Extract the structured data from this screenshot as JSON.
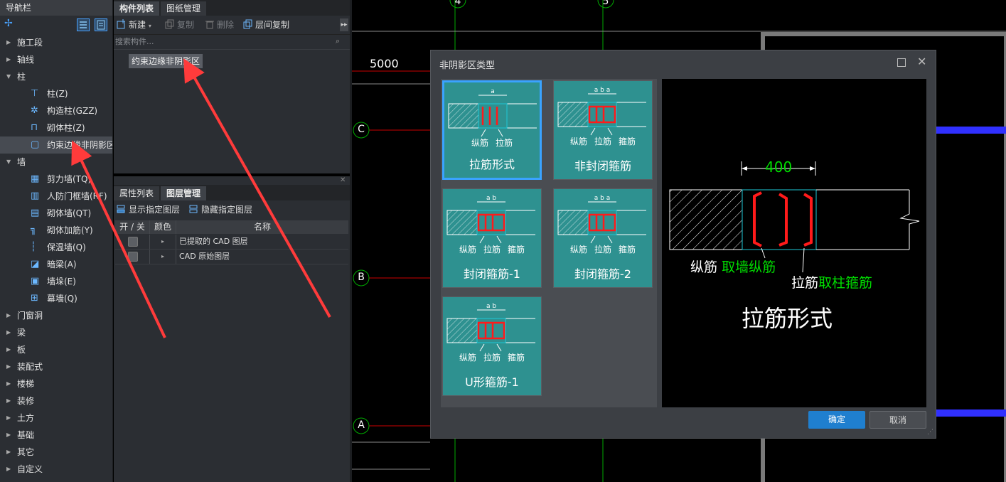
{
  "nav": {
    "title": "导航栏",
    "items": [
      {
        "label": "施工段",
        "type": "collapsed"
      },
      {
        "label": "轴线",
        "type": "collapsed"
      },
      {
        "label": "柱",
        "type": "expanded"
      },
      {
        "label": "柱(Z)",
        "type": "child",
        "icon": "column-icon"
      },
      {
        "label": "构造柱(GZZ)",
        "type": "child",
        "icon": "gear-column-icon"
      },
      {
        "label": "砌体柱(Z)",
        "type": "child",
        "icon": "masonry-column-icon"
      },
      {
        "label": "约束边缘非阴影区",
        "type": "child-selected",
        "icon": "edge-zone-icon"
      },
      {
        "label": "墙",
        "type": "expanded"
      },
      {
        "label": "剪力墙(TQ)",
        "type": "child",
        "icon": "shear-wall-icon"
      },
      {
        "label": "人防门框墙(RF)",
        "type": "child",
        "icon": "civil-defense-wall-icon"
      },
      {
        "label": "砌体墙(QT)",
        "type": "child",
        "icon": "masonry-wall-icon"
      },
      {
        "label": "砌体加筋(Y)",
        "type": "child",
        "icon": "masonry-rebar-icon"
      },
      {
        "label": "保温墙(Q)",
        "type": "child",
        "icon": "insulation-wall-icon"
      },
      {
        "label": "暗梁(A)",
        "type": "child",
        "icon": "hidden-beam-icon"
      },
      {
        "label": "墙垛(E)",
        "type": "child",
        "icon": "wall-pier-icon"
      },
      {
        "label": "幕墙(Q)",
        "type": "child",
        "icon": "curtain-wall-icon"
      },
      {
        "label": "门窗洞",
        "type": "collapsed"
      },
      {
        "label": "梁",
        "type": "collapsed"
      },
      {
        "label": "板",
        "type": "collapsed"
      },
      {
        "label": "装配式",
        "type": "collapsed"
      },
      {
        "label": "楼梯",
        "type": "collapsed"
      },
      {
        "label": "装修",
        "type": "collapsed"
      },
      {
        "label": "土方",
        "type": "collapsed"
      },
      {
        "label": "基础",
        "type": "collapsed"
      },
      {
        "label": "其它",
        "type": "collapsed"
      },
      {
        "label": "自定义",
        "type": "collapsed"
      }
    ]
  },
  "component_panel": {
    "tabs": [
      "构件列表",
      "图纸管理"
    ],
    "toolbar": {
      "new": "新建",
      "copy": "复制",
      "delete": "删除",
      "floor_copy": "层间复制"
    },
    "search_placeholder": "搜索构件...",
    "items": [
      "约束边缘非阴影区"
    ]
  },
  "property_panel": {
    "tabs": [
      "属性列表",
      "图层管理"
    ],
    "toolbar": {
      "show": "显示指定图层",
      "hide": "隐藏指定图层"
    },
    "columns": [
      "开 / 关",
      "颜色",
      "名称"
    ],
    "rows": [
      {
        "name": "已提取的 CAD 图层"
      },
      {
        "name": "CAD 原始图层"
      }
    ]
  },
  "canvas": {
    "dimension": "5000",
    "axis_labels": [
      "4",
      "5",
      "C",
      "B",
      "A"
    ]
  },
  "dialog": {
    "title": "非阴影区类型",
    "options": [
      {
        "caption": "拉筋形式",
        "labels": [
          "纵筋",
          "拉筋"
        ],
        "dim": "a",
        "selected": true
      },
      {
        "caption": "非封闭箍筋",
        "labels": [
          "纵筋",
          "拉筋",
          "箍筋"
        ],
        "dim": "a b a"
      },
      {
        "caption": "封闭箍筋-1",
        "labels": [
          "纵筋",
          "拉筋",
          "箍筋"
        ],
        "dim": "a b"
      },
      {
        "caption": "封闭箍筋-2",
        "labels": [
          "纵筋",
          "拉筋",
          "箍筋"
        ],
        "dim": "a b a"
      },
      {
        "caption": "U形箍筋-1",
        "labels": [
          "纵筋",
          "拉筋",
          "箍筋"
        ],
        "dim": "a b"
      }
    ],
    "preview": {
      "dimension": "400",
      "label1_white": "纵筋",
      "label1_green": "取墙纵筋",
      "label2_white": "拉筋",
      "label2_green": "取柱箍筋",
      "title": "拉筋形式"
    },
    "ok": "确定",
    "cancel": "取消"
  },
  "colors": {
    "teal": "#2e9190",
    "accent": "#1f7fcf",
    "red": "#ff2020",
    "green": "#00dd00"
  }
}
